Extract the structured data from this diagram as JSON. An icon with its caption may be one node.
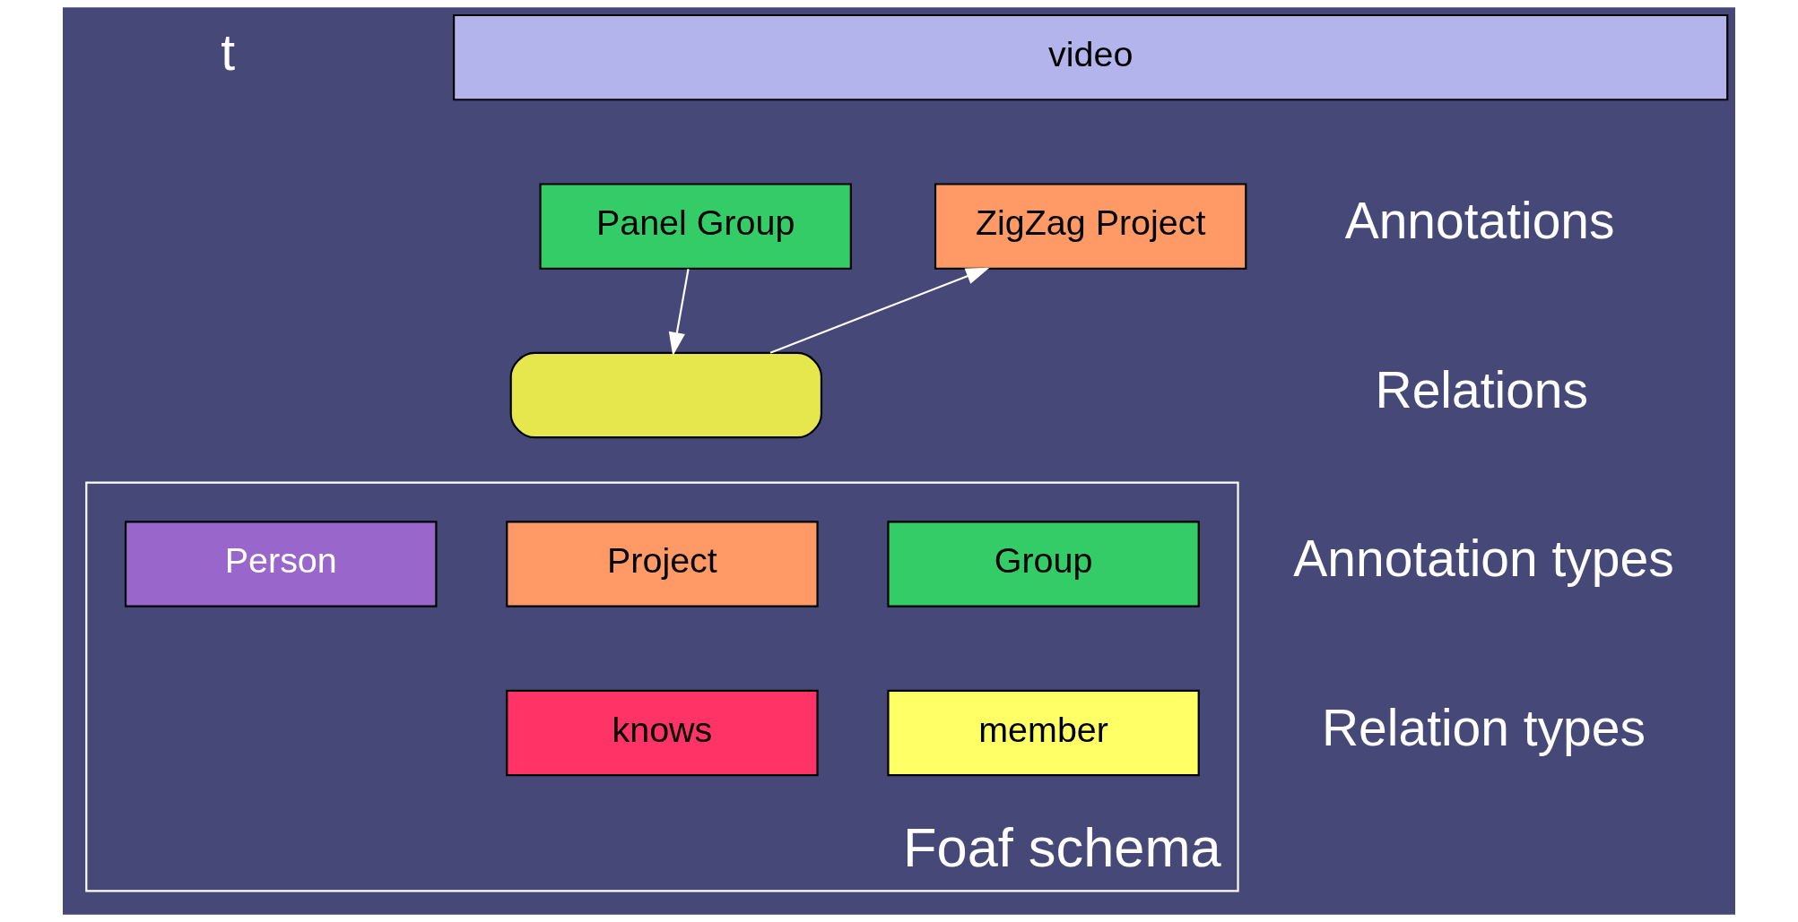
{
  "diagram": {
    "nodes": [
      {
        "text": [
          "video"
        ]
      },
      {
        "text": [
          "Panel Group"
        ]
      },
      {
        "text": [
          "ZigZag Project"
        ]
      },
      {
        "text": [],
        "shape": "box"
      },
      {
        "text": [
          "Foaf schema"
        ]
      },
      {
        "text": [
          "Group"
        ],
        "in": 4
      },
      {
        "text": [
          "Project"
        ],
        "in": 4
      },
      {
        "text": [
          "Person"
        ],
        "in": 4
      },
      {
        "text": [
          "member"
        ],
        "in": 4
      },
      {
        "text": [
          "knows"
        ],
        "in": 4
      }
    ],
    "edges": [
      {
        "from": 1,
        "to": 3,
        "arrow": "to"
      },
      {
        "from": 3,
        "to": 2,
        "arrow": "to"
      }
    ],
    "labels": [
      "t",
      "Annotations",
      "Relations",
      "Annotation types",
      "Relation types"
    ]
  }
}
